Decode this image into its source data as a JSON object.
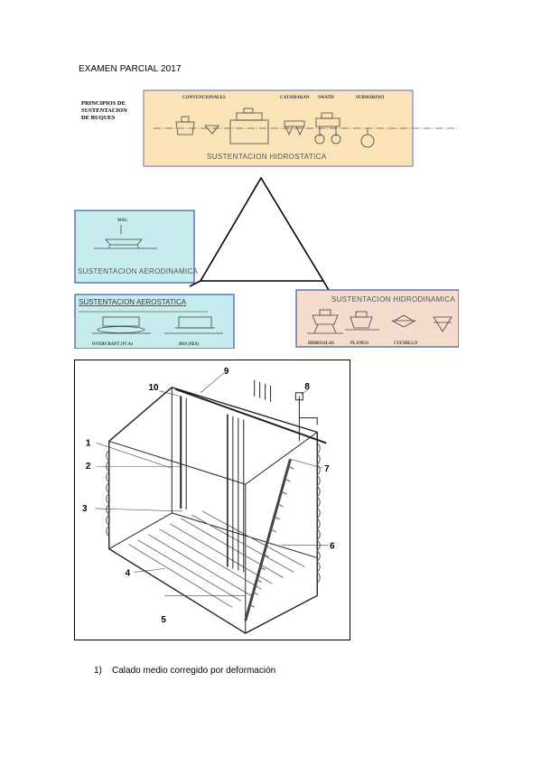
{
  "document": {
    "title": "EXAMEN PARCIAL 2017"
  },
  "figure1": {
    "heading": [
      "PRINCIPIOS DE",
      "SUSTENTACION",
      "DE BUQUES"
    ],
    "top_box": {
      "labels": [
        "CONVENCIONALES",
        "CATAMARAN",
        "SWATH",
        "SUBMARINO"
      ],
      "title": "SUSTENTACION HIDROSTATICA",
      "color": "#fbe3b8"
    },
    "left_box": {
      "label": "WIG",
      "title": "SUSTENTACION AERODINAMICA",
      "color": "#c6ecee"
    },
    "bottom_left_box": {
      "title": "SUSTENTACION AEROSTATICA",
      "labels": [
        "OVERCRAFT (TCA)",
        "BES (SES)"
      ],
      "color": "#c6ecee"
    },
    "bottom_right_box": {
      "title": "SUSTENTACION HIDRODINAMICA",
      "labels": [
        "HIDROALAS",
        "PLANEO",
        "CUCHILLO"
      ],
      "color": "#f5dccc"
    }
  },
  "figure2": {
    "callouts": [
      "1",
      "2",
      "3",
      "4",
      "5",
      "6",
      "7",
      "8",
      "9",
      "10"
    ]
  },
  "questions": [
    {
      "number": "1)",
      "text": "Calado medio corregido por deformación"
    }
  ]
}
